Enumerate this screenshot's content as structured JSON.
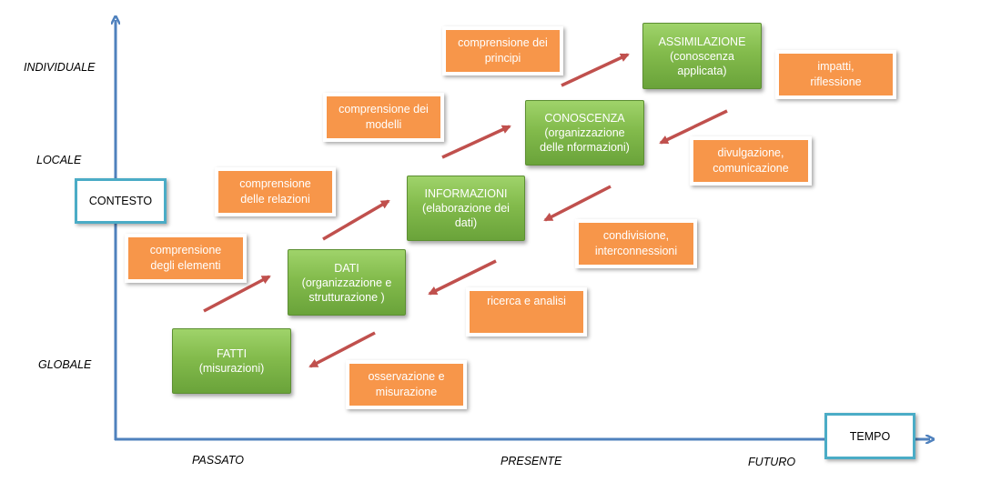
{
  "y_axis": {
    "levels": [
      "INDIVIDUALE",
      "LOCALE",
      "GLOBALE"
    ],
    "title": "CONTESTO"
  },
  "x_axis": {
    "periods": [
      "PASSATO",
      "PRESENTE",
      "FUTURO"
    ],
    "title": "TEMPO"
  },
  "green_boxes": [
    {
      "lines": [
        "FATTI",
        "(misurazioni)"
      ]
    },
    {
      "lines": [
        "DATI",
        "(organizzazione e",
        "strutturazione )"
      ]
    },
    {
      "lines": [
        "INFORMAZIONI",
        "(elaborazione dei",
        "dati)"
      ]
    },
    {
      "lines": [
        "CONOSCENZA",
        "(organizzazione",
        "delle nformazioni)"
      ]
    },
    {
      "lines": [
        "ASSIMILAZIONE",
        "(conoscenza",
        "applicata)"
      ]
    }
  ],
  "orange_up": [
    {
      "lines": [
        "comprensione",
        "degli elementi"
      ]
    },
    {
      "lines": [
        "comprensione",
        "delle relazioni"
      ]
    },
    {
      "lines": [
        "comprensione dei",
        "modelli"
      ]
    },
    {
      "lines": [
        "comprensione dei",
        "principi"
      ]
    }
  ],
  "orange_down": [
    {
      "lines": [
        "impatti,",
        "riflessione"
      ]
    },
    {
      "lines": [
        "divulgazione,",
        "comunicazione"
      ]
    },
    {
      "lines": [
        "condivisione,",
        "interconnessioni"
      ]
    },
    {
      "lines": [
        "ricerca e analisi"
      ]
    },
    {
      "lines": [
        "osservazione e",
        "misurazione"
      ]
    }
  ],
  "colors": {
    "axis": "#4f81bd",
    "arrow": "#c0504d",
    "green": "#83bb4c",
    "orange": "#f7964a",
    "context_border": "#4bacc6"
  }
}
